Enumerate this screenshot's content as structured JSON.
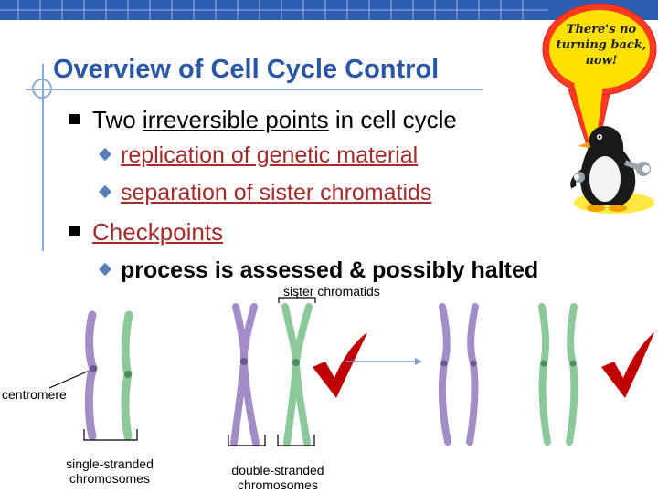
{
  "title": "Overview of Cell Cycle Control",
  "speech_bubble": "There's no turning back, now!",
  "bullets": [
    {
      "lead": "Two ",
      "emph": "irreversible points",
      "rest": " in cell cycle",
      "subs": [
        "replication of genetic material",
        "separation of sister chromatids"
      ]
    },
    {
      "label": "Checkpoints",
      "subs": [
        "process is assessed & possibly halted"
      ]
    }
  ],
  "diagram_labels": {
    "sister_chromatids": "sister chromatids",
    "centromere": "centromere",
    "single_stranded": "single-stranded chromosomes",
    "double_stranded": "double-stranded chromosomes"
  },
  "colors": {
    "title": "#2a56a6",
    "sub_text": "#a52a2a",
    "checkpoints": "#a52a2a",
    "checkmark": "#c00000",
    "chromosome_purple": "#a48cc6",
    "chromosome_green": "#8cc99a",
    "banner": "#2c5db0"
  },
  "icons": [
    "square-bullet-icon",
    "diamond-bullet-icon",
    "check-icon",
    "penguin-icon",
    "wrench-icon",
    "speech-bubble-icon",
    "arrow-right-icon"
  ]
}
